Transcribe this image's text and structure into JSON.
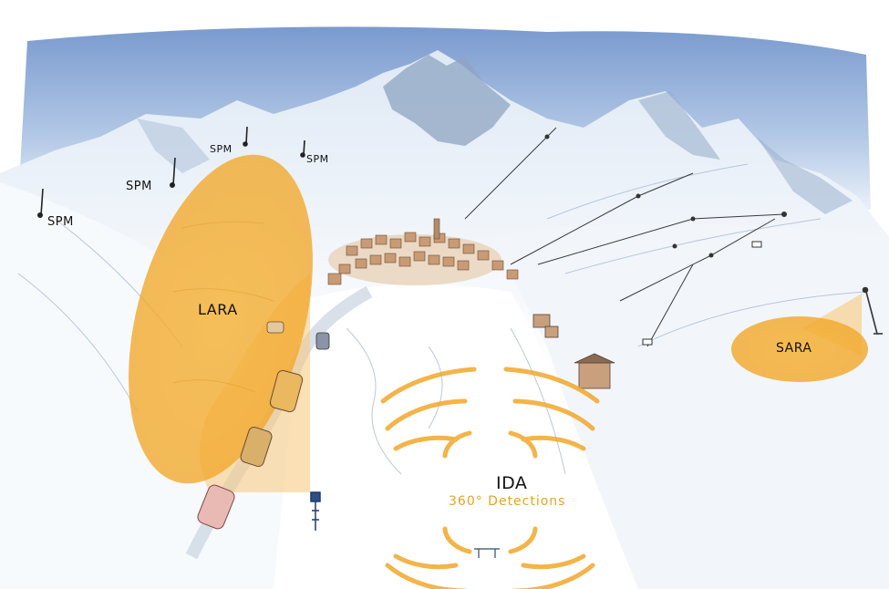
{
  "labels": {
    "spm": [
      "SPM",
      "SPM",
      "SPM",
      "SPM"
    ],
    "lara": "LARA",
    "sara": "SARA",
    "ida": "IDA",
    "ida_subtitle": "360° Detections"
  },
  "colors": {
    "sky": "#4f78b8",
    "sky_light": "#b9cde6",
    "snow": "#f4f8fc",
    "rock": "#8fa6c4",
    "detection": "#f2a72a",
    "detection_fill": "#f4b13e",
    "detection_text": "#e8a228"
  },
  "icons": {
    "sensor": "radar-mast-icon",
    "village": "village-icon",
    "vehicle": "vehicle-icon",
    "lift": "ski-lift-icon"
  }
}
